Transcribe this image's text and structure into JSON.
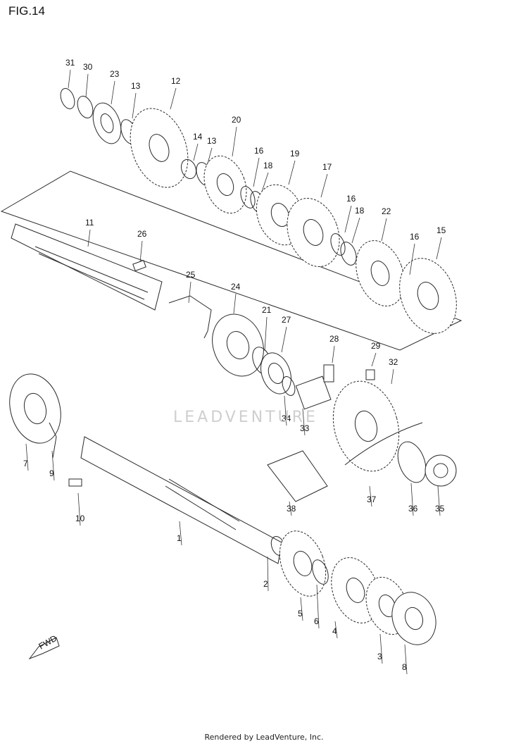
{
  "figure": {
    "title": "FIG.14"
  },
  "watermark": "LEADVENTURE",
  "footer": "Rendered by LeadVenture, Inc.",
  "fwd_label": "FWD",
  "callouts": [
    {
      "id": "31",
      "label": "31"
    },
    {
      "id": "30",
      "label": "30"
    },
    {
      "id": "23",
      "label": "23"
    },
    {
      "id": "13a",
      "label": "13"
    },
    {
      "id": "12",
      "label": "12"
    },
    {
      "id": "20",
      "label": "20"
    },
    {
      "id": "14",
      "label": "14"
    },
    {
      "id": "13b",
      "label": "13"
    },
    {
      "id": "16a",
      "label": "16"
    },
    {
      "id": "18a",
      "label": "18"
    },
    {
      "id": "19",
      "label": "19"
    },
    {
      "id": "17",
      "label": "17"
    },
    {
      "id": "16b",
      "label": "16"
    },
    {
      "id": "18b",
      "label": "18"
    },
    {
      "id": "22",
      "label": "22"
    },
    {
      "id": "16c",
      "label": "16"
    },
    {
      "id": "15",
      "label": "15"
    },
    {
      "id": "11",
      "label": "11"
    },
    {
      "id": "26",
      "label": "26"
    },
    {
      "id": "25",
      "label": "25"
    },
    {
      "id": "24",
      "label": "24"
    },
    {
      "id": "21",
      "label": "21"
    },
    {
      "id": "27",
      "label": "27"
    },
    {
      "id": "28",
      "label": "28"
    },
    {
      "id": "29",
      "label": "29"
    },
    {
      "id": "32",
      "label": "32"
    },
    {
      "id": "34",
      "label": "34"
    },
    {
      "id": "33",
      "label": "33"
    },
    {
      "id": "7",
      "label": "7"
    },
    {
      "id": "9",
      "label": "9"
    },
    {
      "id": "10",
      "label": "10"
    },
    {
      "id": "1",
      "label": "1"
    },
    {
      "id": "38",
      "label": "38"
    },
    {
      "id": "37",
      "label": "37"
    },
    {
      "id": "36",
      "label": "36"
    },
    {
      "id": "35",
      "label": "35"
    },
    {
      "id": "2",
      "label": "2"
    },
    {
      "id": "5",
      "label": "5"
    },
    {
      "id": "6",
      "label": "6"
    },
    {
      "id": "4",
      "label": "4"
    },
    {
      "id": "3",
      "label": "3"
    },
    {
      "id": "8",
      "label": "8"
    }
  ]
}
